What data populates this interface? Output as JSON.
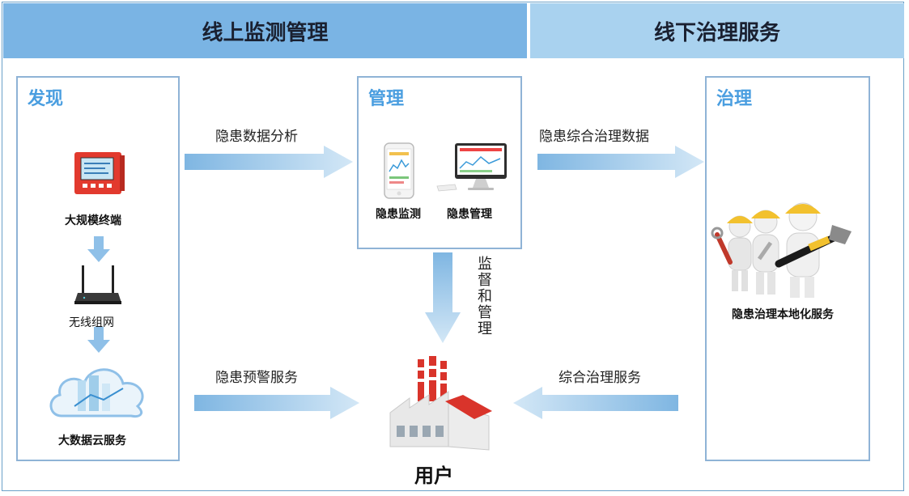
{
  "header": {
    "online": "线上监测管理",
    "offline": "线下治理服务"
  },
  "panels": {
    "discover": {
      "title": "发现",
      "items": [
        "大规模终端",
        "无线组网",
        "大数据云服务"
      ]
    },
    "manage": {
      "title": "管理",
      "items": [
        "隐患监测",
        "隐患管理"
      ]
    },
    "govern": {
      "title": "治理",
      "caption": "隐患治理本地化服务"
    }
  },
  "flows": {
    "analysis": "隐患数据分析",
    "gov_data": "隐患综合治理数据",
    "supervise": "监督和管理",
    "warning": "隐患预警服务",
    "gov_service": "综合治理服务"
  },
  "user": "用户",
  "colors": {
    "header_left": "#7ab4e4",
    "header_right": "#a9d2ef",
    "title_blue": "#4a9ee0",
    "arrow": "#8fc0e8"
  },
  "icons": [
    "terminal-device-icon",
    "router-icon",
    "cloud-icon",
    "phone-icon",
    "monitor-icon",
    "workers-icon",
    "factory-icon"
  ]
}
